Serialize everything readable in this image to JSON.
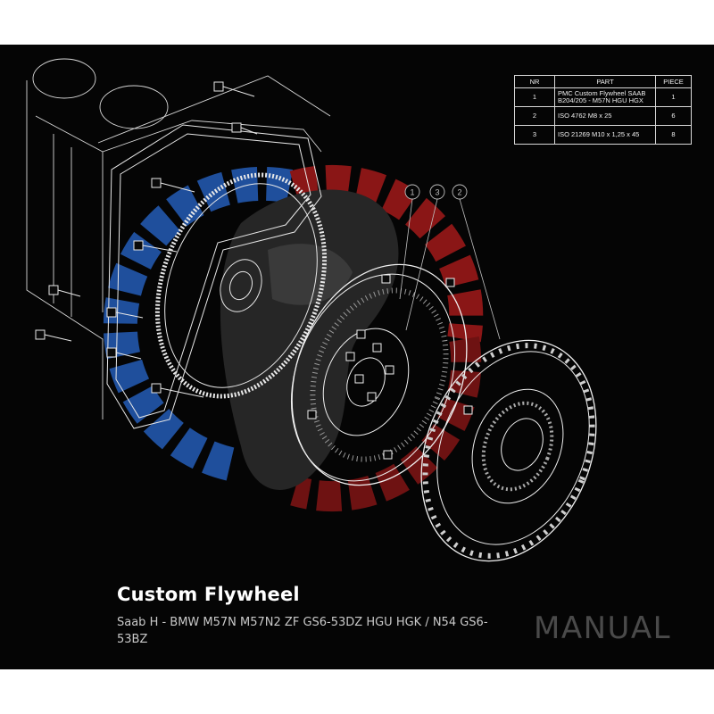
{
  "heading": {
    "title": "Custom Flywheel",
    "subtitle": "Saab H - BMW M57N M57N2 ZF GS6-53DZ HGU HGK / N54 GS6-53BZ",
    "label": "MANUAL"
  },
  "parts_table": {
    "headers": [
      "NR",
      "PART",
      "PIECE"
    ],
    "rows": [
      {
        "nr": "1",
        "part": "PMC Custom Flywheel SAAB B204/205 - M57N HGU HGX",
        "piece": "1"
      },
      {
        "nr": "2",
        "part": "ISO 4762 M8 x 25",
        "piece": "6"
      },
      {
        "nr": "3",
        "part": "ISO 21269 M10 x 1,25 x 45",
        "piece": "8"
      }
    ]
  },
  "callouts": [
    "1",
    "3",
    "2"
  ],
  "colors": {
    "background": "#050505",
    "line": "#e8e8e8",
    "accent_red": "#8a1616",
    "accent_blue": "#1f4f9c",
    "logo_gray": "#2b2b2b",
    "title_text": "#ffffff",
    "label_text": "#4a4a4a"
  }
}
